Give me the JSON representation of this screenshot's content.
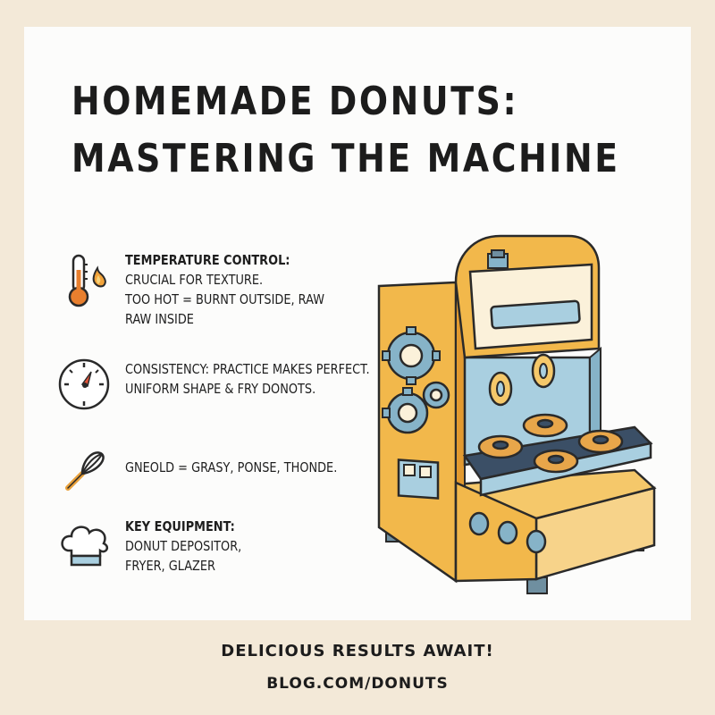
{
  "title": {
    "line1": "HOMEMADE DONUTS:",
    "line2": "MASTERING THE MACHINE"
  },
  "tips": [
    {
      "icon": "thermometer-flame-icon",
      "heading": "TEMPERATURE CONTROL:",
      "lines": [
        "CRUCIAL FOR TEXTURE.",
        "TOO HOT = BURNT OUTSIDE, RAW",
        "RAW INSIDE"
      ]
    },
    {
      "icon": "gauge-icon",
      "heading": "",
      "lines": [
        "CONSISTENCY: PRACTICE MAKES PERFECT.",
        "UNIFORM SHAPE & FRY DONOTS."
      ]
    },
    {
      "icon": "whisk-icon",
      "heading": "",
      "lines": [
        "GNEOLD = GRASY, PONSE, THONDE."
      ]
    },
    {
      "icon": "chef-hat-icon",
      "heading": "KEY EQUIPMENT:",
      "lines": [
        "DONUT DEPOSITOR,",
        "FRYER, GLAZER"
      ]
    }
  ],
  "footer": {
    "tagline": "DELICIOUS RESULTS AWAIT!",
    "url": "BLOG.COM/DONUTS"
  },
  "colors": {
    "background": "#f3e9d8",
    "card": "#fcfcfb",
    "machine_yellow": "#f2b84b",
    "machine_blue": "#a9cfe0",
    "accent_orange": "#e87f2e",
    "ink": "#1c1c1c"
  }
}
